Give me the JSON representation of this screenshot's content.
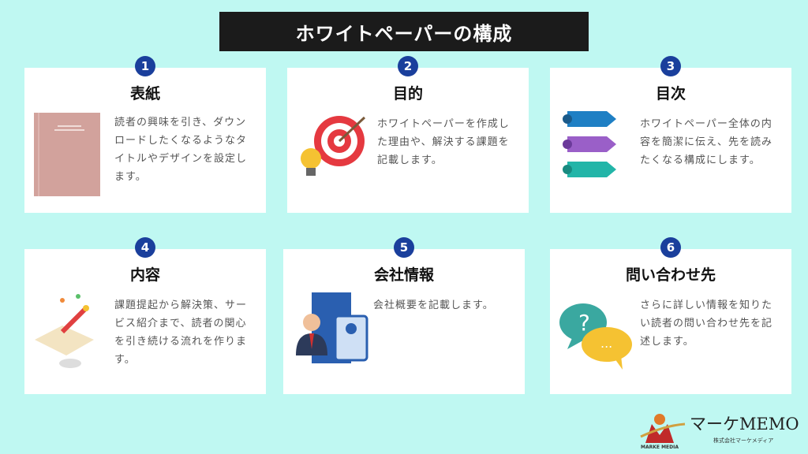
{
  "title": "ホワイトペーパーの構成",
  "cards": [
    {
      "number": "1",
      "title": "表紙",
      "description": "読者の興味を引き、ダウンロードしたくなるようなタイトルやデザインを設定します。",
      "icon": "book-cover-icon"
    },
    {
      "number": "2",
      "title": "目的",
      "description": "ホワイトペーパーを作成した理由や、解決する課題を記載します。",
      "icon": "target-lightbulb-icon"
    },
    {
      "number": "3",
      "title": "目次",
      "description": "ホワイトペーパー全体の内容を簡潔に伝え、先を読みたくなる構成にします。",
      "icon": "table-of-contents-icon"
    },
    {
      "number": "4",
      "title": "内容",
      "description": "課題提起から解決策、サービス紹介まで、読者の関心を引き続ける流れを作ります。",
      "icon": "book-pencil-icon"
    },
    {
      "number": "5",
      "title": "会社情報",
      "description": "会社概要を記載します。",
      "icon": "company-profile-icon"
    },
    {
      "number": "6",
      "title": "問い合わせ先",
      "description": "さらに詳しい情報を知りたい読者の問い合わせ先を記述します。",
      "icon": "speech-bubbles-icon"
    }
  ],
  "logo": {
    "name": "マーケMEMO",
    "company": "株式会社マーケメディア",
    "mark_text": "MARKE MEDIA"
  },
  "colors": {
    "background": "#bff8f2",
    "badge": "#1a3f9c",
    "title_bg": "#1b1b1b"
  }
}
